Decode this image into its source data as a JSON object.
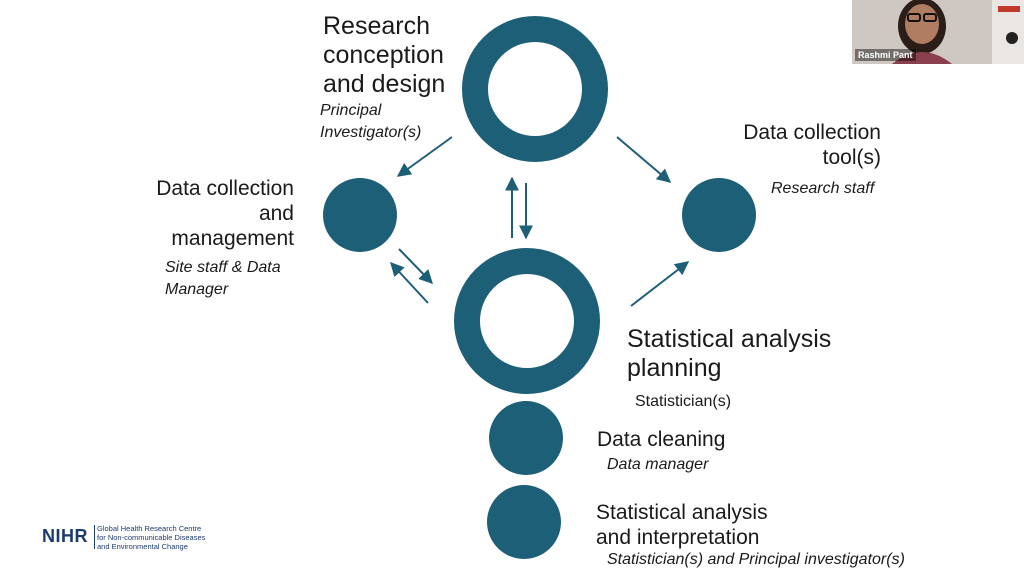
{
  "colors": {
    "node": "#1e5f78",
    "arrow": "#1e5f78"
  },
  "nodes": {
    "research": {
      "title": "Research\nconception\nand design",
      "role": "Principal\nInvestigator(s)"
    },
    "collection_mgmt": {
      "title": "Data collection\nand\nmanagement",
      "role": "Site staff &  Data\nManager"
    },
    "collection_tools": {
      "title": "Data collection\ntool(s)",
      "role": "Research staff"
    },
    "analysis_planning": {
      "title": "Statistical analysis\nplanning",
      "role": "Statistician(s)"
    },
    "cleaning": {
      "title": "Data cleaning",
      "role": "Data manager"
    },
    "interpretation": {
      "title": "Statistical analysis\n and interpretation",
      "role": "Statistician(s) and Principal investigator(s)"
    }
  },
  "video": {
    "participant_name": "Rashmi Pant"
  },
  "logo": {
    "mark": "NIHR",
    "text": "Global Health Research Centre\nfor Non-communicable Diseases\nand Environmental Change"
  }
}
